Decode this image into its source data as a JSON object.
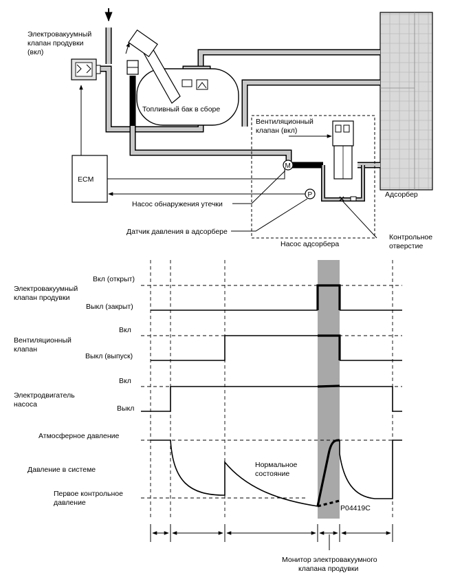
{
  "diagram": {
    "labels": {
      "purge_vsv": [
        "Электровакуумный",
        "клапан продувки",
        "(вкл)"
      ],
      "fuel_tank": "Топливный бак в сборе",
      "vent_valve": [
        "Вентиляционный",
        "клапан (вкл)"
      ],
      "ecm": "ECM",
      "canister": "Адсорбер",
      "leak_pump": "Насос обнаружения утечки",
      "canister_pressure_sensor": "Датчик давления в адсорбере",
      "canister_pump": "Насос адсорбера",
      "reference_orifice": [
        "Контрольное",
        "отверстие"
      ]
    },
    "symbols": {
      "motor": "M",
      "pressure": "P"
    }
  },
  "timing": {
    "rows": [
      {
        "name": [
          "Электровакуумный",
          "клапан продувки"
        ],
        "states": [
          "Вкл (открыт)",
          "Выкл (закрыт)"
        ]
      },
      {
        "name": [
          "Вентиляционный",
          "клапан"
        ],
        "states": [
          "Вкл",
          "Выкл (выпуск)"
        ]
      },
      {
        "name": [
          "Электродвигатель",
          "насоса"
        ],
        "states": [
          "Вкл",
          "Выкл"
        ]
      },
      {
        "name": [
          "Давление в системе"
        ],
        "states": [
          "Атмосферное давление",
          "Первое контрольное",
          "давление"
        ]
      }
    ],
    "normal_state": [
      "Нормальное",
      "состояние"
    ],
    "figure_code": "P04419C",
    "monitor_label": [
      "Монитор электровакуумного",
      "клапана продувки"
    ]
  },
  "colors": {
    "pipe_fill": "#c8c8c8",
    "canister_fill": "#d9d9d9",
    "highlight_band": "#a8a8a8"
  }
}
